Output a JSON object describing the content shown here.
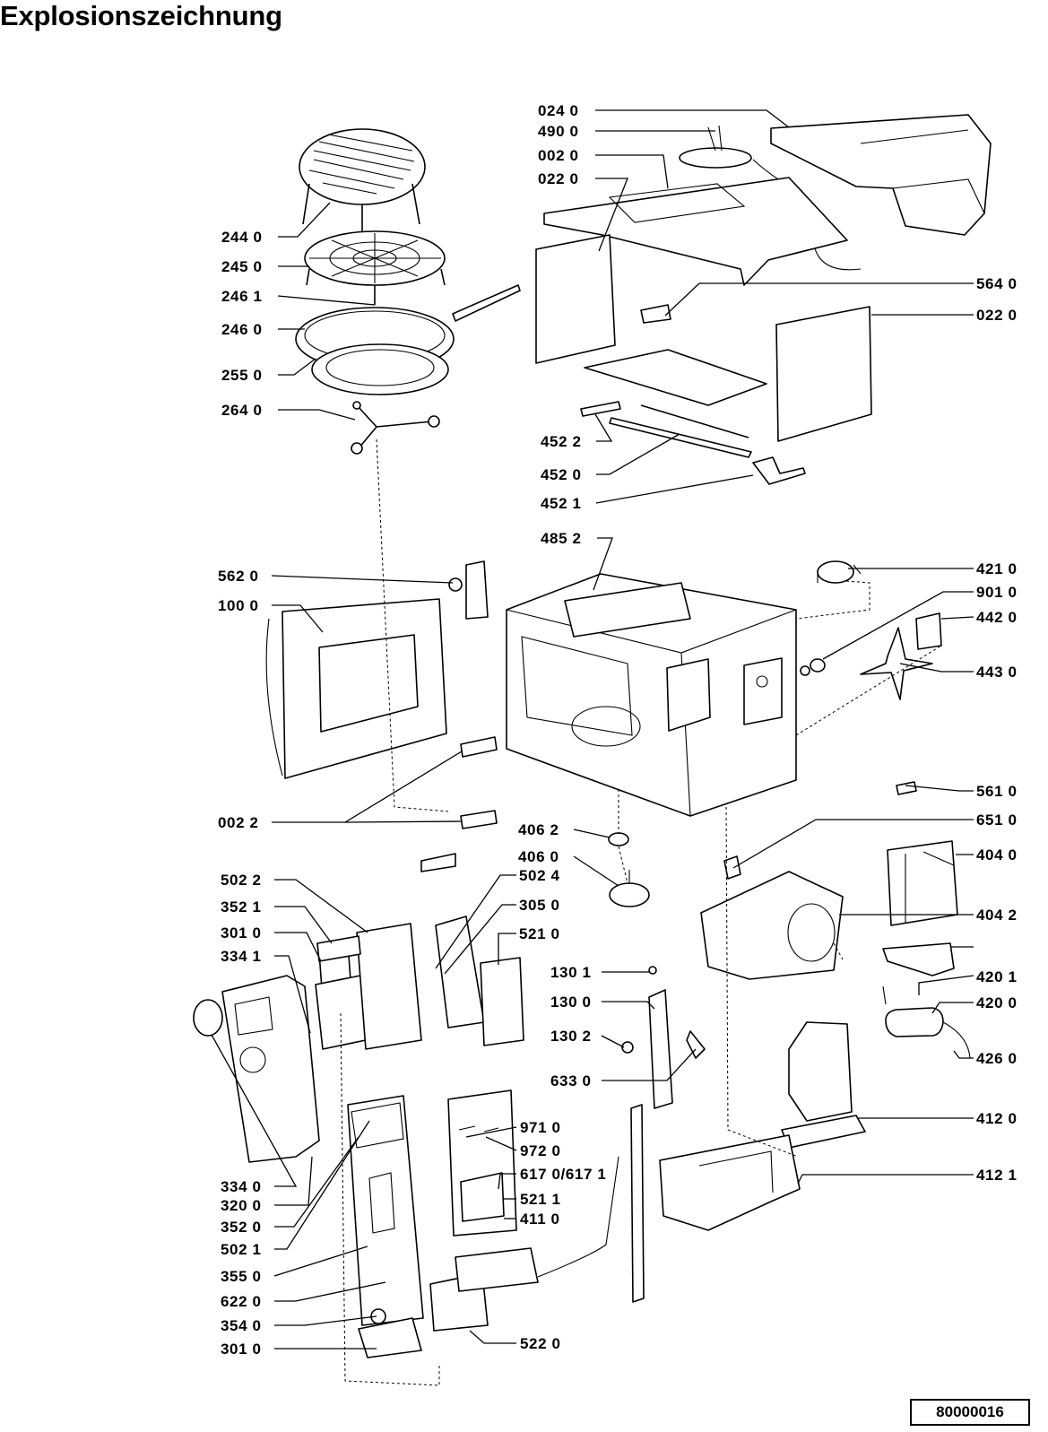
{
  "title": "Explosionszeichnung",
  "drawing_number": "80000016",
  "labels": [
    {
      "id": "lbl-0240",
      "text": "024 0"
    },
    {
      "id": "lbl-4900",
      "text": "490 0"
    },
    {
      "id": "lbl-0020",
      "text": "002 0"
    },
    {
      "id": "lbl-0220a",
      "text": "022 0"
    },
    {
      "id": "lbl-2440",
      "text": "244 0"
    },
    {
      "id": "lbl-2450",
      "text": "245 0"
    },
    {
      "id": "lbl-2461",
      "text": "246 1"
    },
    {
      "id": "lbl-2460",
      "text": "246 0"
    },
    {
      "id": "lbl-2550",
      "text": "255 0"
    },
    {
      "id": "lbl-2640",
      "text": "264 0"
    },
    {
      "id": "lbl-5640",
      "text": "564 0"
    },
    {
      "id": "lbl-0220b",
      "text": "022 0"
    },
    {
      "id": "lbl-4522",
      "text": "452 2"
    },
    {
      "id": "lbl-4520",
      "text": "452 0"
    },
    {
      "id": "lbl-4521",
      "text": "452 1"
    },
    {
      "id": "lbl-4852",
      "text": "485 2"
    },
    {
      "id": "lbl-5620",
      "text": "562 0"
    },
    {
      "id": "lbl-1000",
      "text": "100 0"
    },
    {
      "id": "lbl-4210",
      "text": "421 0"
    },
    {
      "id": "lbl-9010",
      "text": "901 0"
    },
    {
      "id": "lbl-4420",
      "text": "442 0"
    },
    {
      "id": "lbl-4430",
      "text": "443 0"
    },
    {
      "id": "lbl-0022",
      "text": "002 2"
    },
    {
      "id": "lbl-5610",
      "text": "561 0"
    },
    {
      "id": "lbl-4062",
      "text": "406 2"
    },
    {
      "id": "lbl-6510",
      "text": "651 0"
    },
    {
      "id": "lbl-4060",
      "text": "406 0"
    },
    {
      "id": "lbl-4040",
      "text": "404 0"
    },
    {
      "id": "lbl-5022",
      "text": "502 2"
    },
    {
      "id": "lbl-5024",
      "text": "502 4"
    },
    {
      "id": "lbl-3521",
      "text": "352 1"
    },
    {
      "id": "lbl-3050",
      "text": "305 0"
    },
    {
      "id": "lbl-3010a",
      "text": "301 0"
    },
    {
      "id": "lbl-5210",
      "text": "521 0"
    },
    {
      "id": "lbl-4042",
      "text": "404 2"
    },
    {
      "id": "lbl-3341",
      "text": "334 1"
    },
    {
      "id": "lbl-1301",
      "text": "130 1"
    },
    {
      "id": "lbl-4201",
      "text": "420 1"
    },
    {
      "id": "lbl-1300",
      "text": "130 0"
    },
    {
      "id": "lbl-4200",
      "text": "420 0"
    },
    {
      "id": "lbl-1302",
      "text": "130 2"
    },
    {
      "id": "lbl-4260",
      "text": "426 0"
    },
    {
      "id": "lbl-6330",
      "text": "633 0"
    },
    {
      "id": "lbl-4120",
      "text": "412 0"
    },
    {
      "id": "lbl-9710",
      "text": "971 0"
    },
    {
      "id": "lbl-9720",
      "text": "972 0"
    },
    {
      "id": "lbl-6170",
      "text": "617 0/617 1"
    },
    {
      "id": "lbl-3340",
      "text": "334 0"
    },
    {
      "id": "lbl-4121",
      "text": "412 1"
    },
    {
      "id": "lbl-3200",
      "text": "320 0"
    },
    {
      "id": "lbl-3520",
      "text": "352 0"
    },
    {
      "id": "lbl-5211",
      "text": "521 1"
    },
    {
      "id": "lbl-5021",
      "text": "502 1"
    },
    {
      "id": "lbl-4110",
      "text": "411 0"
    },
    {
      "id": "lbl-3550",
      "text": "355 0"
    },
    {
      "id": "lbl-6220",
      "text": "622 0"
    },
    {
      "id": "lbl-3540",
      "text": "354 0"
    },
    {
      "id": "lbl-3010b",
      "text": "301 0"
    },
    {
      "id": "lbl-5220",
      "text": "522 0"
    }
  ]
}
